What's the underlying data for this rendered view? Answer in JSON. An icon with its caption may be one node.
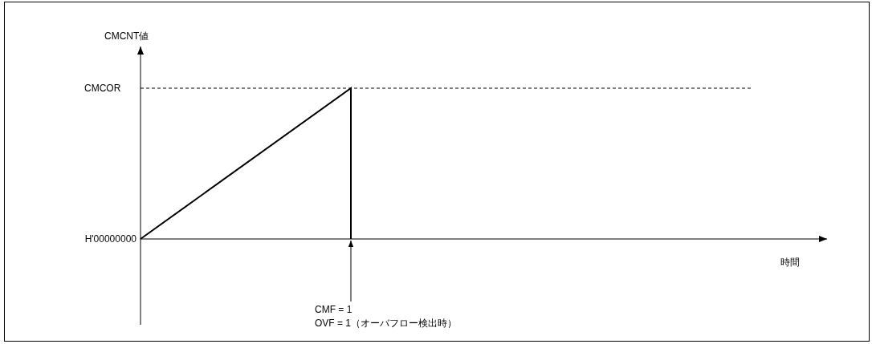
{
  "diagram": {
    "nodes": [
      {
        "text": [
          "CMF = 1",
          "OVF = 1（オーバフロー検出時）"
        ]
      },
      {
        "text": [],
        "shape": "picture"
      }
    ],
    "edges": [
      {
        "from": 0,
        "to": 1,
        "arrow": "to"
      }
    ],
    "labels": [
      "CMCNT値",
      "CMCOR",
      "H'00000000",
      "時間"
    ]
  }
}
